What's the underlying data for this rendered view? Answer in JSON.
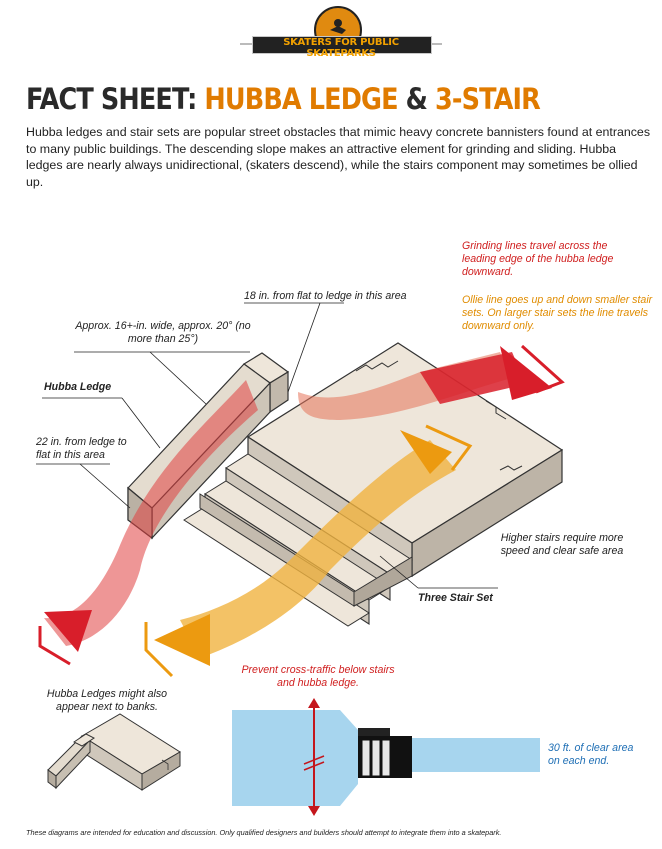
{
  "logo": {
    "text": "SKATERS FOR PUBLIC SKATEPARKS"
  },
  "title": {
    "prefix": "FACT SHEET: ",
    "part1": "HUBBA LEDGE",
    "amp": " & ",
    "part2": "3-STAIR"
  },
  "intro": "Hubba ledges and stair sets are popular street obstacles that mimic heavy concrete bannisters found at entrances to many public buildings. The descending slope makes an attractive element for grinding and sliding. Hubba ledges are nearly always unidirectional, (skaters descend), while the stairs component may sometimes be ollied up.",
  "labels": {
    "grinding_note": "Grinding lines travel across the leading edge of the hubba ledge downward.",
    "ollie_note": "Ollie line goes up and down smaller stair sets. On larger stair sets the line travels downward only.",
    "ledge_height": "18 in. from flat to ledge in this area",
    "ledge_width": "Approx. 16+-in. wide, approx. 20° (no more than 25°)",
    "hubba_ledge": "Hubba Ledge",
    "bottom_height": "22 in. from ledge to flat in this area",
    "higher_stairs": "Higher stairs require more speed and clear safe area",
    "three_stair": "Three Stair Set",
    "banks_note": "Hubba Ledges might also appear next to banks.",
    "cross_traffic": "Prevent cross-traffic below stairs and hubba ledge.",
    "clear_area": "30 ft. of clear area on each end."
  },
  "footer": "These diagrams are intended for education and discussion. Only qualified designers and builders should attempt to integrate them into a skatepark.",
  "colors": {
    "concrete_top": "#eee6da",
    "concrete_side": "#c9c1b5",
    "concrete_dark": "#b3aa9d",
    "red_arrow": "#d81e2a",
    "orange_arrow": "#ec9a10",
    "clear_zone": "#a7d5ee",
    "title_accent": "#e07b00",
    "cross_arrow": "#c4161c"
  }
}
